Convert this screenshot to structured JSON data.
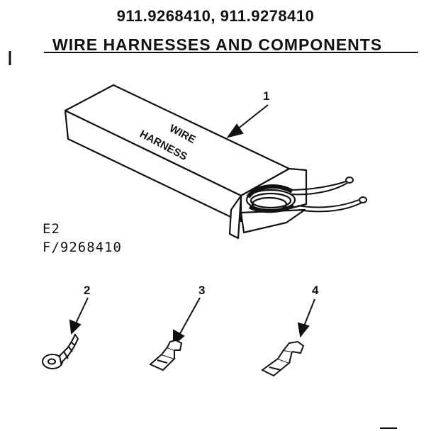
{
  "header": {
    "model_numbers": "911.9268410, 911.9278410",
    "title": "WIRE HARNESSES AND COMPONENTS"
  },
  "codes": {
    "section": "E2",
    "figure": "F/9268410"
  },
  "box_label": {
    "line1": "WIRE",
    "line2": "HARNESS"
  },
  "parts": [
    {
      "number": "1"
    },
    {
      "number": "2"
    },
    {
      "number": "3"
    },
    {
      "number": "4"
    }
  ]
}
